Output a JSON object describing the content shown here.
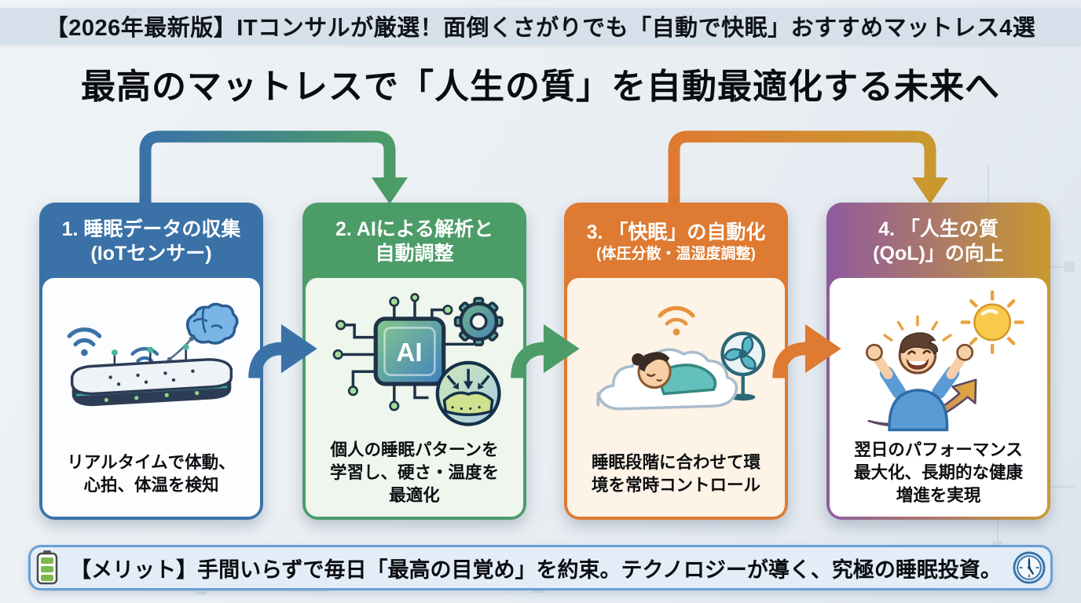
{
  "top_banner": {
    "text": "【2026年最新版】ITコンサルが厳選！面倒くさがりでも「自動で快眠」おすすめマットレス4選"
  },
  "main_title": {
    "text": "最高のマットレスで「人生の質」を自動最適化する未来へ"
  },
  "steps": [
    {
      "header_line1": "1. 睡眠データの収集",
      "header_line2": "(IoTセンサー)",
      "body": "リアルタイムで体動、\n心拍、体温を検知",
      "accent_color": "#3a72a8",
      "body_bg": "#fbfdff",
      "illustration": "iot-mattress-wifi-brain"
    },
    {
      "header_line1": "2. AIによる解析と",
      "header_line2": "自動調整",
      "body": "個人の睡眠パターンを\n学習し、硬さ・温度を\n最適化",
      "accent_color": "#4c9c68",
      "body_bg": "#eef6ee",
      "chip_label": "AI",
      "illustration": "ai-chip-gear-pressure-circle"
    },
    {
      "header_line1": "3. 「快眠」の自動化",
      "header_line2": "(体圧分散・温湿度調整)",
      "body": "睡眠段階に合わせて環\n境を常時コントロール",
      "accent_color": "#de7a31",
      "body_bg": "#fdf3e6",
      "illustration": "sleeping-person-cloud-fan"
    },
    {
      "header_line1": "4. 「人生の質",
      "header_line2": "(QoL)」の向上",
      "body": "翌日のパフォーマンス\n最大化、長期的な健康\n増進を実現",
      "accent_color_start": "#8f5a9f",
      "accent_color_end": "#c9992f",
      "body_bg": "#ffffff",
      "illustration": "happy-person-sun-growth-arrow"
    }
  ],
  "flow": {
    "mid_arrow_colors": [
      "#3a72a8",
      "#4c9c68",
      "#de7a31"
    ],
    "top_connectors": [
      {
        "from": "step-1",
        "to": "step-2",
        "color_start": "#3a72a8",
        "color_end": "#4c9c68"
      },
      {
        "from": "step-3",
        "to": "step-4",
        "color_start": "#de7a31",
        "color_end": "#c9992f"
      }
    ]
  },
  "footer_banner": {
    "text": "【メリット】手間いらずで毎日「最高の目覚め」を約束。テクノロジーが導く、究極の睡眠投資。",
    "left_icon": "battery-icon",
    "right_icon": "clock-icon"
  },
  "colors": {
    "page_bg": "#e9eef3",
    "top_banner_bg": "#d6e0ea",
    "text": "#0c0e11",
    "footer_bg": "#e2edf8",
    "footer_border": "#68a0d4"
  }
}
